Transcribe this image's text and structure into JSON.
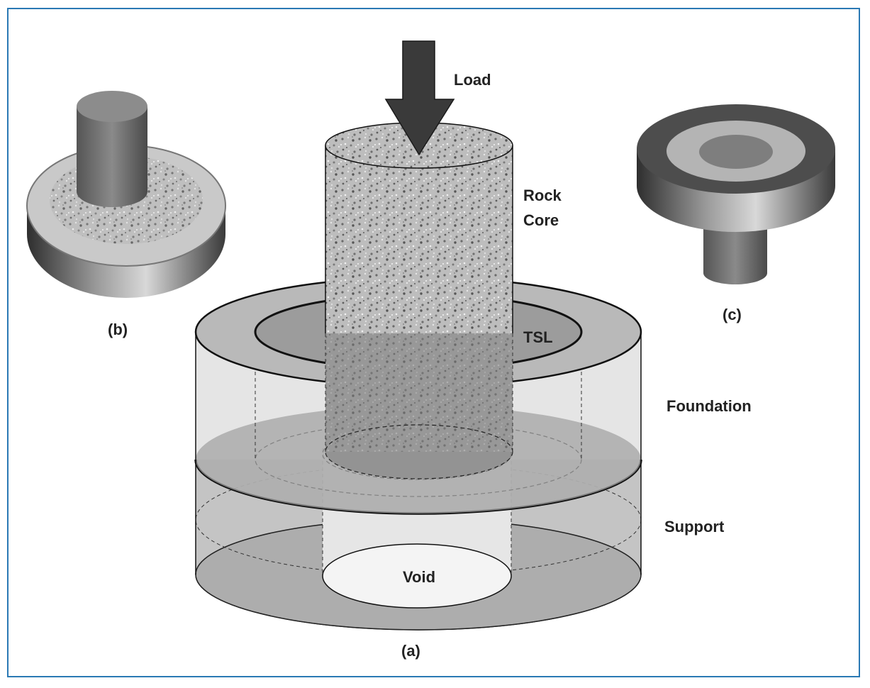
{
  "labels": {
    "load": "Load",
    "rock_core_line1": "Rock",
    "rock_core_line2": "Core",
    "tsl": "TSL",
    "foundation": "Foundation",
    "support": "Support",
    "void": "Void"
  },
  "captions": {
    "a": "(a)",
    "b": "(b)",
    "c": "(c)"
  },
  "colors": {
    "border": "#2a79b4",
    "foundation_fill": "#d4d4d4",
    "support_fill": "#a9a9a9",
    "tsl_fill": "#9a9a9a",
    "void_fill": "#efefef",
    "arrow_fill": "#3a3a3a"
  }
}
